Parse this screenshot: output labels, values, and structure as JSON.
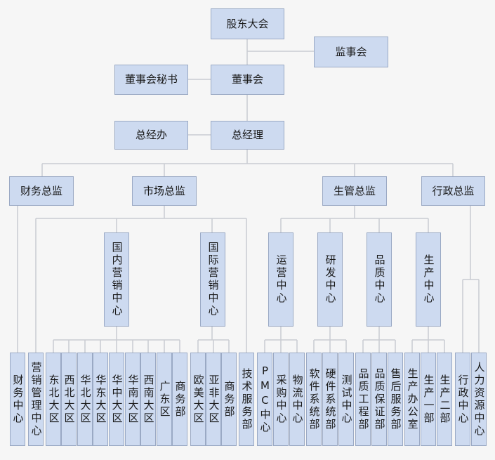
{
  "top": {
    "shareholders": "股东大会",
    "supervisory_board": "监事会",
    "board": "董事会",
    "board_secretary": "董事会秘书",
    "gm": "总经理",
    "gm_office": "总经办"
  },
  "directors": {
    "finance": "财务总监",
    "market": "市场总监",
    "production": "生管总监",
    "admin": "行政总监"
  },
  "centers": {
    "domestic": "国内营销中心",
    "international": "国际营销中心",
    "operations": "运营中心",
    "rd": "研发中心",
    "quality": "品质中心",
    "production": "生产中心"
  },
  "leaves": {
    "finance_center": "财务中心",
    "marketing_mgmt": "营销管理中心",
    "northeast": "东北大区",
    "northwest": "西北大区",
    "north": "华北大区",
    "east": "华东大区",
    "central": "华中大区",
    "south": "华南大区",
    "southwest": "西南大区",
    "guangdong": "广东区",
    "business_dom": "商务部",
    "euro_america": "欧美大区",
    "asia_africa": "亚非大区",
    "business_intl": "商务部",
    "tech_service": "技术服务部",
    "pmc": "PMC中心",
    "purchasing": "采购中心",
    "logistics": "物流中心",
    "software": "软件系统部",
    "hardware": "硬件系统部",
    "testing": "测试中心",
    "quality_eng": "品质工程部",
    "quality_assurance": "品质保证部",
    "after_sales": "售后服务部",
    "production_office": "生产办公室",
    "production_1": "生产一部",
    "production_2": "生产二部",
    "admin_center": "行政中心",
    "hr_center": "人力资源中心"
  }
}
